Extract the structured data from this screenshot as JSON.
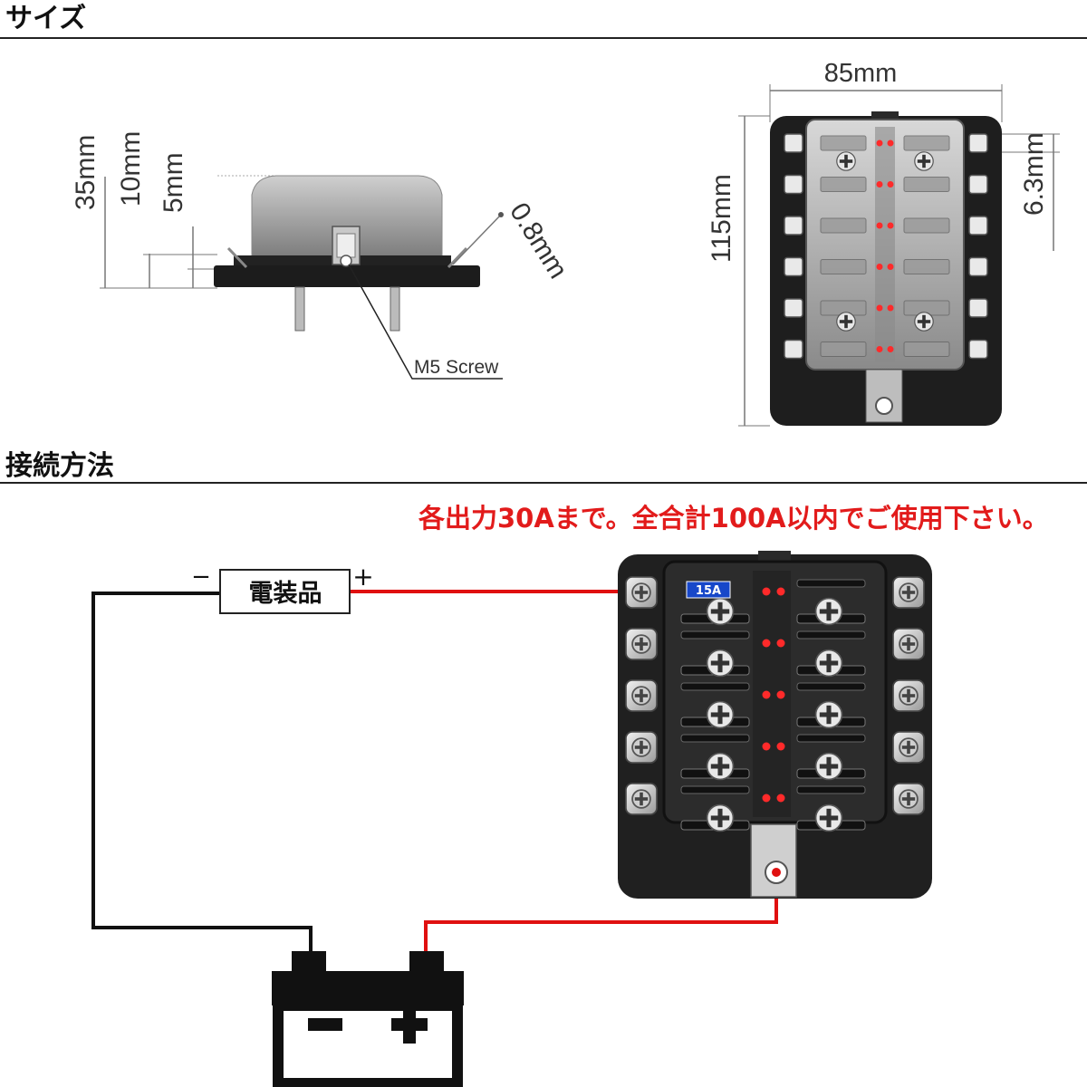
{
  "sections": {
    "size_title": "サイズ",
    "connection_title": "接続方法"
  },
  "side_view": {
    "dim_35": "35mm",
    "dim_10": "10mm",
    "dim_5": "5mm",
    "dim_08": "0.8mm",
    "screw_label": "M5 Screw"
  },
  "top_view": {
    "width_label": "85mm",
    "height_label": "115mm",
    "terminal_label": "6.3mm"
  },
  "connection": {
    "note": "各出力30Aまで。全合計100A以内でご使用下さい。",
    "device_label": "電装品",
    "minus_sign": "−",
    "plus_sign": "+",
    "fuse_label": "15A"
  },
  "colors": {
    "note_red": "#e21b1b",
    "wire_red": "#e01010",
    "wire_black": "#111111",
    "fuse_blue": "#1747c9",
    "led_red": "#ff2a2a"
  },
  "icons": {
    "battery": "battery-icon",
    "screw": "phillips-screw-icon"
  }
}
